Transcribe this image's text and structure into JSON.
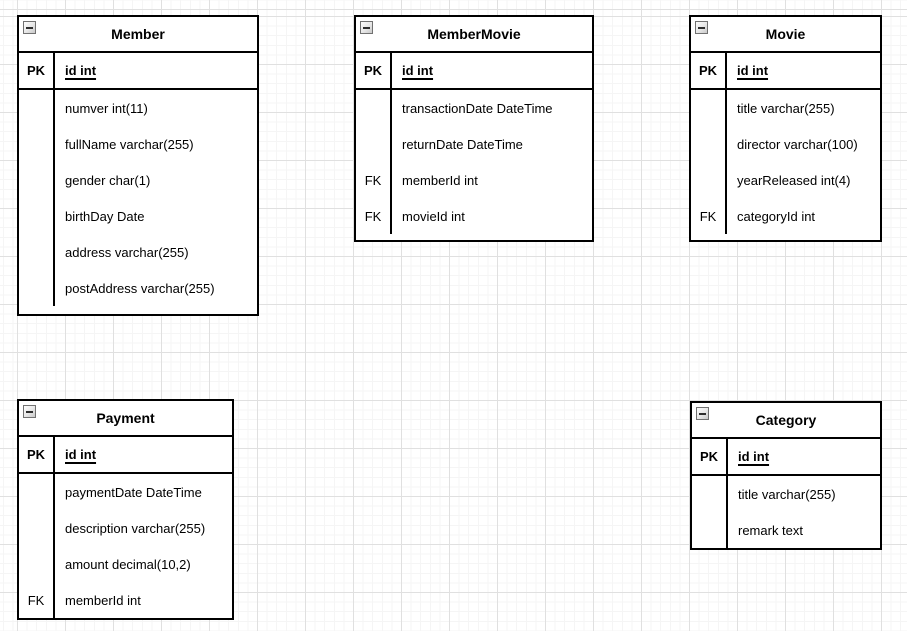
{
  "canvas": {
    "background": "#ffffff",
    "grid_minor_color": "#f5f5f5",
    "grid_major_color": "#e0e0e0",
    "stroke_color": "#000000",
    "text_color": "#000000"
  },
  "icons": {
    "collapse": "minus-box"
  },
  "tables": [
    {
      "name": "Member",
      "pk": {
        "key": "PK",
        "label": "id int"
      },
      "rows": [
        {
          "key": "",
          "label": "numver int(11)"
        },
        {
          "key": "",
          "label": "fullName varchar(255)"
        },
        {
          "key": "",
          "label": "gender char(1)"
        },
        {
          "key": "",
          "label": "birthDay Date"
        },
        {
          "key": "",
          "label": "address varchar(255)"
        },
        {
          "key": "",
          "label": "postAddress varchar(255)"
        }
      ]
    },
    {
      "name": "MemberMovie",
      "pk": {
        "key": "PK",
        "label": "id int"
      },
      "rows": [
        {
          "key": "",
          "label": "transactionDate DateTime"
        },
        {
          "key": "",
          "label": "returnDate DateTime"
        },
        {
          "key": "FK",
          "label": "memberId int"
        },
        {
          "key": "FK",
          "label": "movieId int"
        }
      ]
    },
    {
      "name": "Movie",
      "pk": {
        "key": "PK",
        "label": "id int"
      },
      "rows": [
        {
          "key": "",
          "label": "title varchar(255)"
        },
        {
          "key": "",
          "label": "director varchar(100)"
        },
        {
          "key": "",
          "label": "yearReleased int(4)"
        },
        {
          "key": "FK",
          "label": "categoryId int"
        }
      ]
    },
    {
      "name": "Payment",
      "pk": {
        "key": "PK",
        "label": "id int"
      },
      "rows": [
        {
          "key": "",
          "label": "paymentDate DateTime"
        },
        {
          "key": "",
          "label": "description varchar(255)"
        },
        {
          "key": "",
          "label": "amount decimal(10,2)"
        },
        {
          "key": "FK",
          "label": "memberId int"
        }
      ]
    },
    {
      "name": "Category",
      "pk": {
        "key": "PK",
        "label": "id int"
      },
      "rows": [
        {
          "key": "",
          "label": "title varchar(255)"
        },
        {
          "key": "",
          "label": "remark text"
        }
      ]
    }
  ]
}
